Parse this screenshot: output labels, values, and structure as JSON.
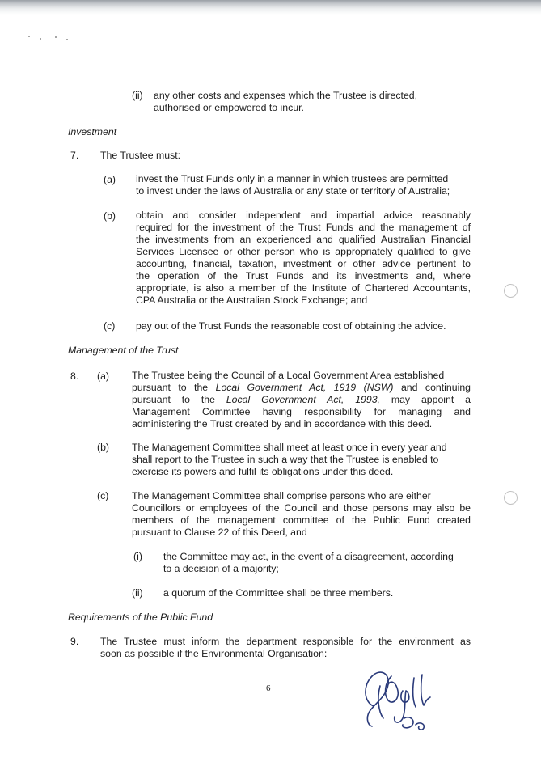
{
  "top": {
    "ii_label": "(ii)",
    "ii_lines": [
      "any other costs and expenses which the Trustee is directed,",
      "authorised or empowered to incur."
    ]
  },
  "investment": {
    "heading": "Investment",
    "clause_num": "7.",
    "intro": "The Trustee must:",
    "a_label": "(a)",
    "a_lines": [
      "invest the Trust Funds only in a manner in which trustees are permitted",
      "to invest under the laws of Australia or any state or territory of Australia;"
    ],
    "b_label": "(b)",
    "b_lines": [
      "obtain and consider independent and impartial advice reasonably",
      "required for the investment of the Trust Funds and the management of",
      "the investments from an experienced and qualified Australian Financial",
      "Services Licensee or other person who is appropriately qualified to give",
      "accounting, financial, taxation, investment or other advice pertinent to",
      "the operation of the Trust Funds and its investments and, where",
      "appropriate, is also a member of the Institute of Chartered Accountants,",
      "CPA Australia or the Australian Stock Exchange; and"
    ],
    "c_label": "(c)",
    "c_text": "pay out of the Trust Funds the reasonable cost of obtaining the advice."
  },
  "management": {
    "heading": "Management of the Trust",
    "clause_num": "8.",
    "a_label": "(a)",
    "a_line1": "The Trustee being the Council of a Local Government Area established",
    "a_line2_pre": "pursuant to the ",
    "a_line2_italic": "Local Government Act, 1919 (NSW)",
    "a_line2_post": " and continuing",
    "a_line3_pre": "pursuant to the ",
    "a_line3_italic": "Local Government Act, 1993,",
    "a_line3_post": " may appoint a",
    "a_line4": "Management Committee having responsibility for managing and",
    "a_line5": "administering the Trust created by and in accordance with this deed.",
    "b_label": "(b)",
    "b_lines": [
      "The Management Committee shall meet at least once in every year and",
      "shall report to the Trustee in such a way that the Trustee is enabled to",
      "exercise its powers and fulfil its obligations under this deed."
    ],
    "c_label": "(c)",
    "c_lines": [
      "The Management Committee shall comprise persons who are either",
      "Councillors or employees of the Council and those persons may also be",
      "members of the management committee of the Public Fund created",
      "pursuant to Clause 22 of this Deed, and"
    ],
    "ci_label": "(i)",
    "ci_lines": [
      "the Committee may act, in the event of a disagreement, according",
      "to a decision of a majority;"
    ],
    "cii_label": "(ii)",
    "cii_text": "a quorum of the Committee shall be three members."
  },
  "public_fund": {
    "heading": "Requirements of the Public Fund",
    "clause_num": "9.",
    "lines": [
      "The Trustee must inform the department responsible for the environment as",
      "soon as possible if the Environmental Organisation:"
    ]
  },
  "footer": {
    "page_number": "6"
  }
}
